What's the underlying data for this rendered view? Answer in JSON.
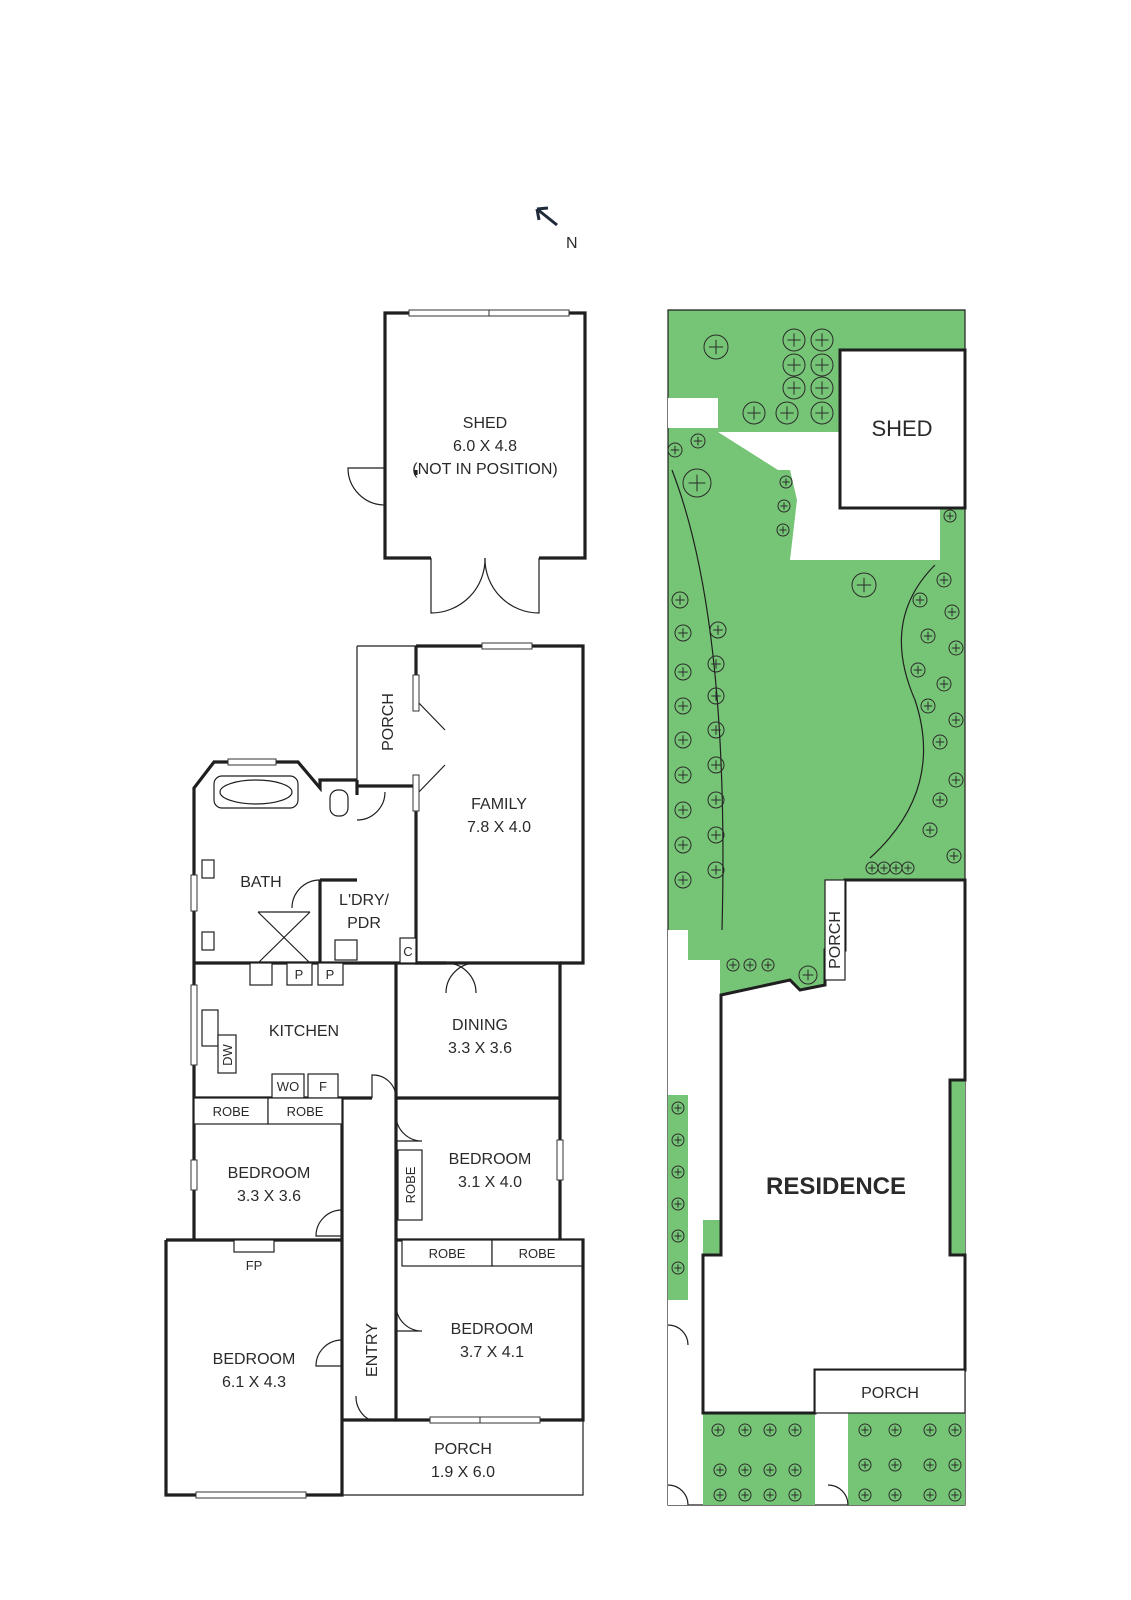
{
  "compass": {
    "label": "N"
  },
  "floor_plan": {
    "rooms": [
      {
        "key": "shed",
        "name": "SHED",
        "dims": "6.0 X 4.8",
        "note": "(NOT IN POSITION)"
      },
      {
        "key": "porch_side",
        "name": "PORCH"
      },
      {
        "key": "family",
        "name": "FAMILY",
        "dims": "7.8 X 4.0"
      },
      {
        "key": "bath",
        "name": "BATH"
      },
      {
        "key": "laundry",
        "name": "L'DRY/",
        "name2": "PDR"
      },
      {
        "key": "kitchen",
        "name": "KITCHEN"
      },
      {
        "key": "dining",
        "name": "DINING",
        "dims": "3.3 X 3.6"
      },
      {
        "key": "bedroom_a",
        "name": "BEDROOM",
        "dims": "3.3 X 3.6"
      },
      {
        "key": "bedroom_b",
        "name": "BEDROOM",
        "dims": "3.1 X 4.0"
      },
      {
        "key": "bedroom_c",
        "name": "BEDROOM",
        "dims": "3.7 X 4.1"
      },
      {
        "key": "bedroom_d",
        "name": "BEDROOM",
        "dims": "6.1 X 4.3"
      },
      {
        "key": "entry",
        "name": "ENTRY"
      },
      {
        "key": "porch_front",
        "name": "PORCH",
        "dims": "1.9 X 6.0"
      }
    ],
    "fixtures": {
      "robe": "ROBE",
      "pantry": "P",
      "wo": "WO",
      "fridge": "F",
      "dw": "DW",
      "cupboard": "C",
      "fireplace": "FP"
    }
  },
  "site_plan": {
    "shed": "SHED",
    "porch_side": "PORCH",
    "residence": "RESIDENCE",
    "porch_front": "PORCH"
  },
  "colors": {
    "lawn": "#76c576",
    "wall": "#1f1f1f",
    "text": "#2a2a2a",
    "background": "#ffffff"
  }
}
